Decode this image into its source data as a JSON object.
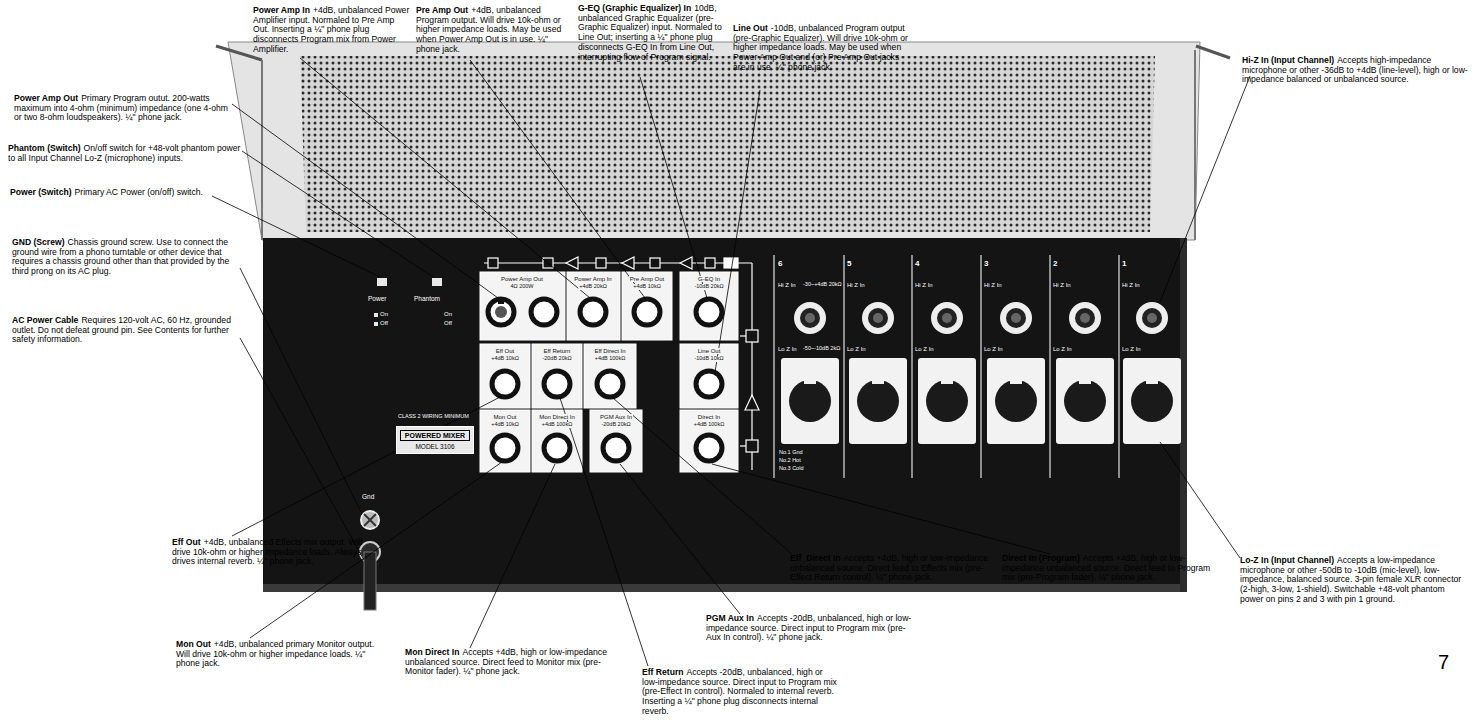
{
  "diagram": {
    "nodes": [
      {
        "text": [
          "POWERED MIXER",
          "MODEL 3106"
        ]
      }
    ],
    "labels": [
      "Power Amp In",
      "+4dB, unbalanced Power Amplifier input. Normaled to Pre Amp Out. Inserting a ¼\" phone plug disconnects Program mix from Power Amplifier.",
      "Pre Amp Out",
      "+4dB, unbalanced Program output. Will drive 10k-ohm or higher impedance loads. May be used when Power Amp Out is in use. ¼\" phone jack.",
      "G-EQ (Graphic Equalizer) In",
      "10dB, unbalanced Graphic Equalizer (pre-Graphic Equalizer) input. Normaled to Line Out; inserting a ¼\" phone plug disconnects G-EQ In from Line Out, interrupting flow of Program signal.",
      "Line Out",
      "-10dB, unbalanced Program output (pre-Graphic Equalizer). Will drive 10k-ohm or higher impedance loads. May be used when Power Amp Out and (or) Pre Amp Out jacks are in use. ¼\" phone jack.",
      "Hi-Z In (Input Channel)",
      "Accepts high-impedance microphone or other -36dB to +4dB (line-level), high or low-impedance balanced or unbalanced source.",
      "Power Amp Out",
      "Primary Program outut. 200-watts maximum into 4-ohm (minimum) impedance (one 4-ohm or two 8-ohm loudspeakers). ¼\" phone jack.",
      "Phantom (Switch)",
      "On/off switch for +48-volt phantom power to all Input Channel Lo-Z (microphone) inputs.",
      "Power (Switch)",
      "Primary AC Power (on/off) switch.",
      "GND (Screw)",
      "Chassis ground screw. Use to connect the ground wire from a phono turntable or other device that requires a chassis ground other than that provided by the third prong on its AC plug.",
      "AC Power Cable",
      "Requires 120-volt AC, 60 Hz, grounded outlet. Do not defeat ground pin. See Contents for further safety information.",
      "Eff Out",
      "+4dB, unbalanced Effects mix output. Will drive 10k-ohm or higher impedance loads. Always drives internal reverb. ¼\" phone jack.",
      "Mon Out",
      "+4dB, unbalanced primary Monitor output. Will drive 10k-ohm or higher impedance loads. ¼\" phone jack.",
      "Mon Direct In",
      "Accepts +4dB, high or low-impedance unbalanced source. Direct feed to Monitor mix (pre-Monitor fader). ¼\" phone jack.",
      "Eff Return",
      "Accepts -20dB, unbalanced, high or low-impedance source. Direct input to Program mix (pre-Effect In control). Normaled to internal reverb. Inserting a ¼\" phone plug disconnects internal reverb.",
      "PGM Aux In",
      "Accepts -20dB, unbalanced, high or low-impedance source. Direct input to Program mix (pre-Aux In control). ¼\" phone jack.",
      "Eff_Direct In",
      "Accepts +4dB, high or low-impedance unbalanced source. Direct feed to Effects mix (pre-Effect Return control). ¼\" phone jack.",
      "Direct In (Program)",
      "Accepts +4dB, high or low-impedance unbalanced source. Direct feed to Program mix (pre-Program fader). ¼\" phone jack.",
      "Lo-Z In (Input Channel)",
      "Accepts a low-impedance microphone or other -50dB to -10dB (mic-level), low-impedance, balanced source. 3-pin female XLR connector (2-high, 3-low, 1-shield). Switchable +48-volt phantom power on pins 2 and 3 with pin 1 ground.",
      "7",
      "Power",
      "Phantom",
      "On",
      "Off",
      "On",
      "Off",
      "Gnd",
      "CLASS 2 WIRING MINIMUM",
      "Power Amp Out",
      "4Ω 200W",
      "Power Amp In",
      "+4dB 20kΩ",
      "Pre Amp Out",
      "+4dB 10kΩ",
      "G-EQ In",
      "-10dB 20kΩ",
      "Eff Out",
      "+4dB 10kΩ",
      "Eff Return",
      "-20dB 20kΩ",
      "Eff Direct In",
      "+4dB 100kΩ",
      "Line Out",
      "-10dB 10kΩ",
      "Mon Out",
      "+4dB 10kΩ",
      "Mon Direct In",
      "+4dB 100kΩ",
      "PGM Aux In",
      "-20dB 20kΩ",
      "Direct In",
      "+4dB 100kΩ",
      "6",
      "5",
      "4",
      "3",
      "2",
      "1",
      "Hi Z In",
      "Hi Z In",
      "Hi Z In",
      "Hi Z In",
      "Hi Z In",
      "Hi Z In",
      "-30~+4dB 20kΩ",
      "Lo Z In",
      "Lo Z In",
      "Lo Z In",
      "Lo Z In",
      "Lo Z In",
      "Lo Z In",
      "-50~-10dB 2kΩ",
      "No.1 Gnd",
      "No.2 Hot",
      "No.3 Cold"
    ]
  }
}
